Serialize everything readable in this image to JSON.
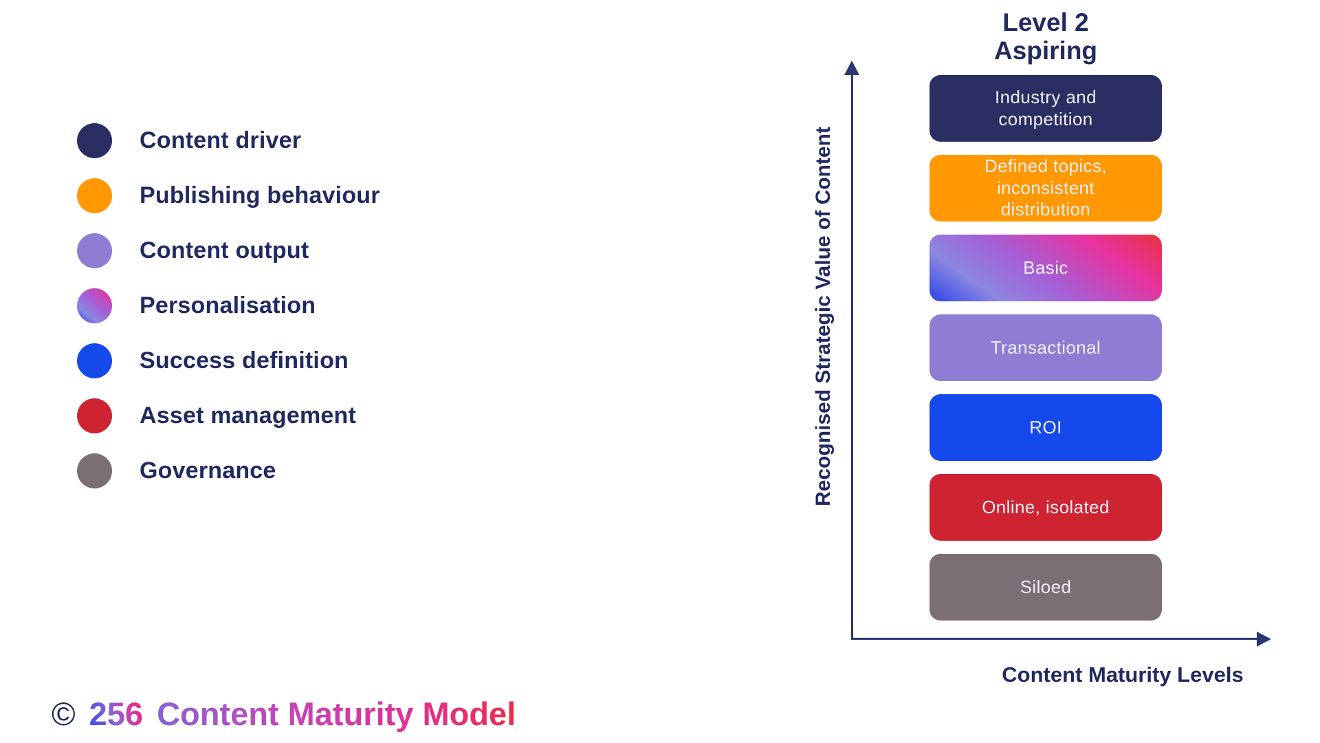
{
  "colors": {
    "text-navy": "#212a60",
    "axis-navy": "#2c3673",
    "footer-navy": "#1c2552",
    "box-navy": "#2b2e63",
    "orange": "#ff9803",
    "light-purple": "#8f7dd4",
    "blue": "#1549ec",
    "red": "#ce2432",
    "warm-gray": "#7b6e74",
    "grad-blue": "#2c43ea",
    "grad-periwinkle": "#8b87e0",
    "grad-purple": "#a55fd6",
    "grad-magenta": "#e733a0",
    "grad-red": "#e9313e",
    "footer-blue": "#2e49f0",
    "footer-violet": "#8a63d2",
    "footer-orchid": "#c247b8",
    "footer-magenta": "#e0309c",
    "footer-pink": "#ed2b49",
    "box-text": "#efeef6"
  },
  "legend": {
    "items": [
      {
        "label": "Content driver",
        "swatch": "navy-circle"
      },
      {
        "label": "Publishing behaviour",
        "swatch": "orange-circle"
      },
      {
        "label": "Content output",
        "swatch": "light-purple-circle"
      },
      {
        "label": "Personalisation",
        "swatch": "pink-blue-gradient-circle"
      },
      {
        "label": "Success definition",
        "swatch": "blue-circle"
      },
      {
        "label": "Asset management",
        "swatch": "red-circle"
      },
      {
        "label": "Governance",
        "swatch": "gray-circle"
      }
    ]
  },
  "chart": {
    "title_line1": "Level 2",
    "title_line2": "Aspiring",
    "y_axis_label": "Recognised Strategic Value of Content",
    "x_axis_label": "Content Maturity Levels",
    "boxes": [
      {
        "label": "Industry and\ncompetition",
        "category": "Content driver",
        "color": "navy"
      },
      {
        "label": "Defined topics,\ninconsistent\ndistribution",
        "category": "Publishing behaviour",
        "color": "orange"
      },
      {
        "label": "Basic",
        "category": "Personalisation",
        "color": "blue-pink-gradient"
      },
      {
        "label": "Transactional",
        "category": "Content output",
        "color": "light-purple"
      },
      {
        "label": "ROI",
        "category": "Success definition",
        "color": "blue"
      },
      {
        "label": "Online, isolated",
        "category": "Asset management",
        "color": "red"
      },
      {
        "label": "Siloed",
        "category": "Governance",
        "color": "gray"
      }
    ]
  },
  "footer": {
    "copyright_symbol": "©",
    "brand": "256",
    "title": "Content Maturity Model"
  }
}
